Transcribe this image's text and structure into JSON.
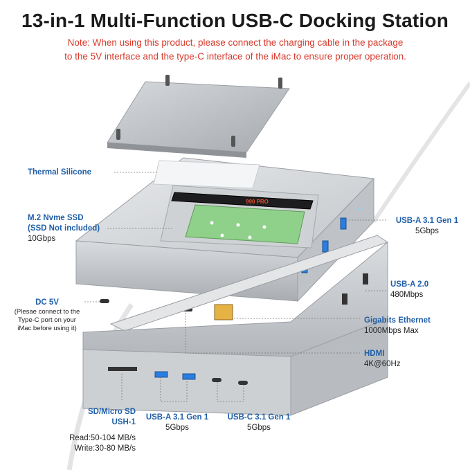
{
  "title": "13-in-1 Multi-Function USB-C Docking Station",
  "note": {
    "line1": "Note: When using this product, please connect the charging cable in the package",
    "line2": "to the 5V interface and the type-C interface of the iMac to ensure proper operation."
  },
  "labels": {
    "thermal": "Thermal Silicone",
    "ssd_line1": "M.2 Nvme SSD",
    "ssd_line2": "(SSD Not included)",
    "ssd_speed": "10Gbps",
    "dc_title": "DC 5V",
    "dc_note1": "(Plesae connect to the",
    "dc_note2": "Type-C port on your",
    "dc_note3": "iMac before using it)",
    "usba31_right_title": "USB-A 3.1 Gen 1",
    "usba31_right_speed": "5Gbps",
    "usba20_title": "USB-A 2.0",
    "usba20_speed": "480Mbps",
    "eth_title": "Gigabits Ethernet",
    "eth_speed": "1000Mbps Max",
    "hdmi_title": "HDMI",
    "hdmi_speed": "4K@60Hz",
    "sd_title1": "SD/Micro SD",
    "sd_title2": "USH-1",
    "sd_read": "Read:50-104 MB/s",
    "sd_write": "Write:30-80 MB/s",
    "usba31_bottom_title": "USB-A 3.1 Gen 1",
    "usba31_bottom_speed": "5Gbps",
    "usbc31_title": "USB-C 3.1 Gen 1",
    "usbc31_speed": "5Gbps"
  },
  "ssd": {
    "brand": "990 PRO"
  },
  "colors": {
    "accent_blue": "#1f5fa8",
    "note_red": "#d8392b",
    "usb3_blue": "#2a7de1",
    "pcb_green": "#8fd08a"
  }
}
